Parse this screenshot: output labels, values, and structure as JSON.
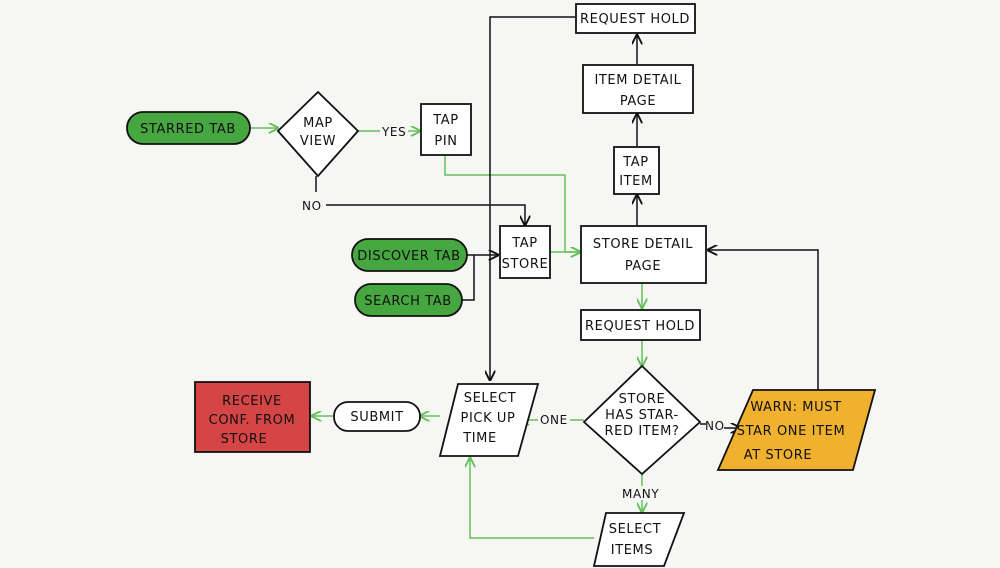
{
  "colors": {
    "green_terminal": "#46a640",
    "red_terminal": "#d64545",
    "warn_fill": "#f0b12f",
    "green_arrow": "#63c15a",
    "black_arrow": "#111111",
    "box_fill": "#ffffff"
  },
  "nodes": {
    "starred_tab": "STARRED TAB",
    "map_view": [
      "MAP",
      "VIEW"
    ],
    "tap_pin": [
      "TAP",
      "PIN"
    ],
    "discover_tab": "DISCOVER TAB",
    "search_tab": "SEARCH TAB",
    "tap_store": [
      "TAP",
      "STORE"
    ],
    "store_detail_page": [
      "STORE DETAIL",
      "PAGE"
    ],
    "tap_item": [
      "TAP",
      "ITEM"
    ],
    "item_detail_page": [
      "ITEM DETAIL",
      "PAGE"
    ],
    "request_hold_top": "REQUEST HOLD",
    "request_hold_mid": "REQUEST HOLD",
    "store_has_starred": [
      "STORE",
      "HAS STAR-",
      "RED ITEM?"
    ],
    "warn": [
      "WARN: MUST",
      "STAR ONE ITEM",
      "AT STORE"
    ],
    "select_pick_up_time": [
      "SELECT",
      "PICK UP",
      "TIME"
    ],
    "submit": "SUBMIT",
    "receive_conf": [
      "RECEIVE",
      "CONF. FROM",
      "STORE"
    ],
    "select_items": [
      "SELECT",
      "ITEMS"
    ]
  },
  "edge_labels": {
    "yes": "YES",
    "no_map": "NO",
    "one": "ONE",
    "no_store": "NO",
    "many": "MANY"
  }
}
